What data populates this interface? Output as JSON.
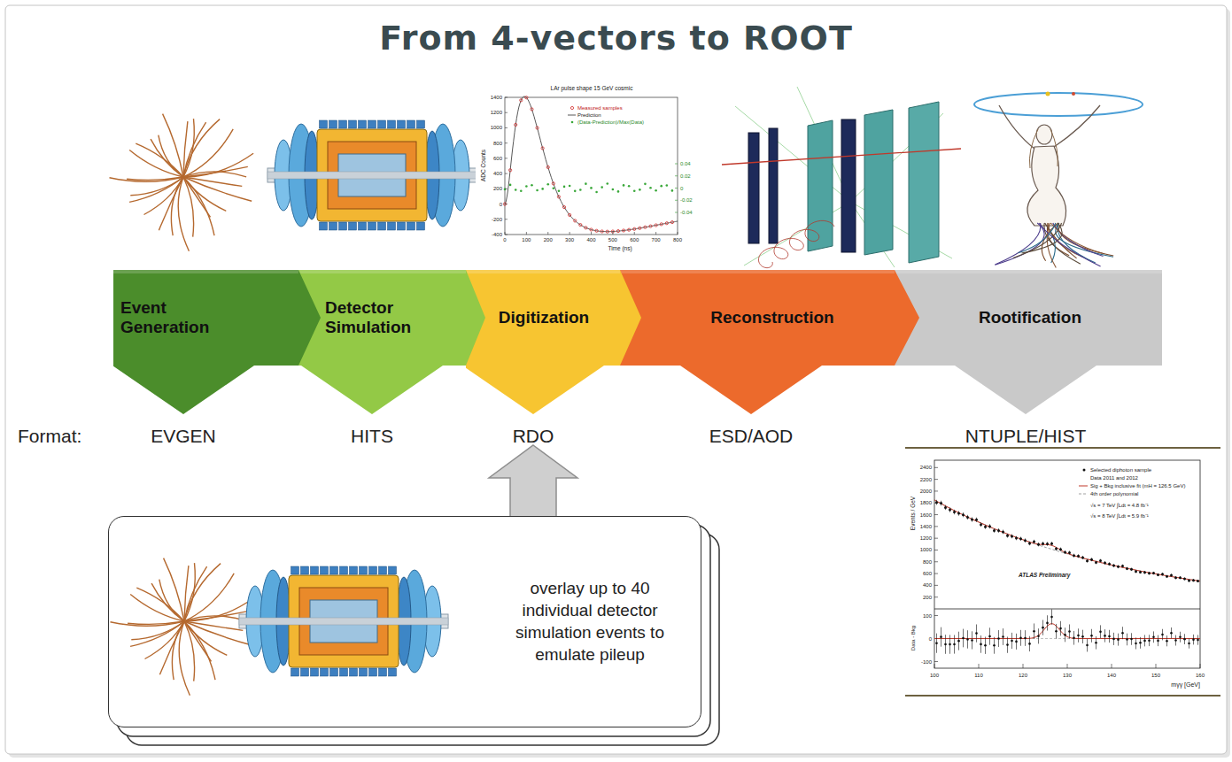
{
  "diagram": {
    "title": "From 4-vectors to ROOT",
    "nodes": [
      {
        "text": [
          "Event Generation"
        ]
      },
      {
        "text": [
          "Detector Simulation"
        ]
      },
      {
        "text": [
          "Digitization"
        ]
      },
      {
        "text": [
          "Reconstruction"
        ]
      },
      {
        "text": [
          "Rootification"
        ]
      },
      {
        "text": [
          "overlay up to 40 individual detector simulation events to emulate pileup"
        ]
      }
    ],
    "labels": [
      "Format:",
      "EVGEN",
      "HITS",
      "RDO",
      "ESD/AOD",
      "NTUPLE/HIST",
      "LAr pulse shape 15 GeV cosmic",
      "Measured samples",
      "Prediction",
      "(Data-Prediction)/Max(Data)",
      "ADC Counts",
      "Time (ns)",
      "1400",
      "1200",
      "1000",
      "800",
      "600",
      "400",
      "200",
      "0",
      "-200",
      "-400",
      "0.04",
      "0.02",
      "0",
      "-0.02",
      "-0.04",
      "0",
      "100",
      "200",
      "300",
      "400",
      "500",
      "600",
      "700",
      "800",
      "Events / GeV",
      "Selected diphoton sample",
      "Data 2011 and 2012",
      "Sig + Bkg inclusive fit (mH = 126.5 GeV)",
      "4th order polynomial",
      "√s = 7 TeV ∫Ldt = 4.8 fb⁻¹",
      "√s = 8 TeV ∫Ldt = 5.9 fb⁻¹",
      "ATLAS Preliminary",
      "Data - Bkg",
      "mγγ [GeV]",
      "2400",
      "2200",
      "2000",
      "1800",
      "1600",
      "1400",
      "1200",
      "1000",
      "800",
      "600",
      "400",
      "200",
      "100",
      "0",
      "-100",
      "100",
      "110",
      "120",
      "130",
      "140",
      "150",
      "160"
    ]
  }
}
